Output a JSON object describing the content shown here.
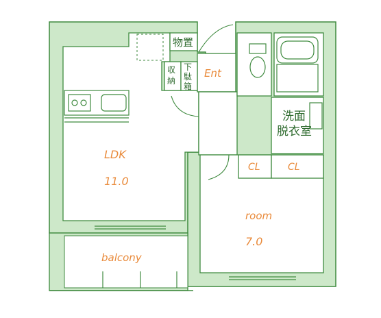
{
  "rooms": {
    "ldk_label": "LDK",
    "ldk_size": "11.0",
    "room_label": "room",
    "room_size": "7.0",
    "balcony_label": "balcony",
    "entrance_label": "Ent",
    "storage_label": "物置",
    "closet1_label": "CL",
    "closet2_label": "CL",
    "washroom_line1": "洗面",
    "washroom_line2": "脱衣室",
    "shoe_box_chars": [
      "下",
      "駄",
      "箱"
    ],
    "shuno_chars": [
      "収",
      "納"
    ]
  },
  "colors": {
    "wall_fill": "#cde8c9",
    "line": "#3f8a3f",
    "label_orange": "#e98a3a"
  }
}
